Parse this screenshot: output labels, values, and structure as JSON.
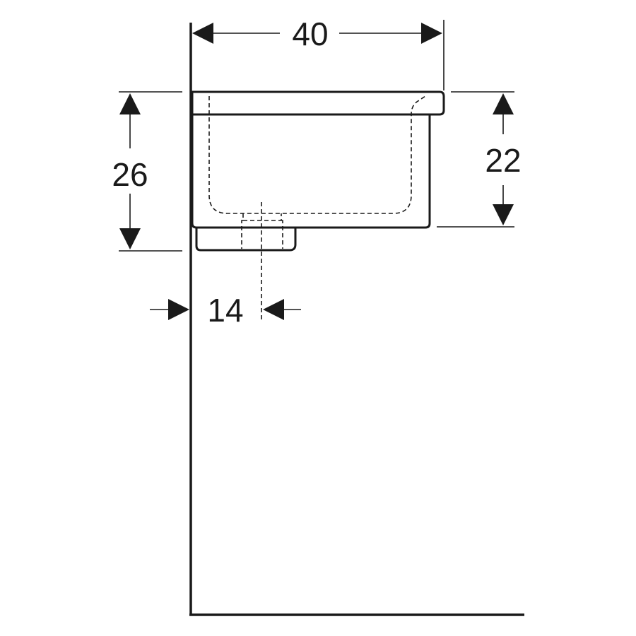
{
  "dimensions": {
    "width": "40",
    "total_height": "26",
    "basin_height": "22",
    "drain_offset": "14"
  },
  "colors": {
    "line": "#1a1a1a",
    "background": "#ffffff"
  }
}
